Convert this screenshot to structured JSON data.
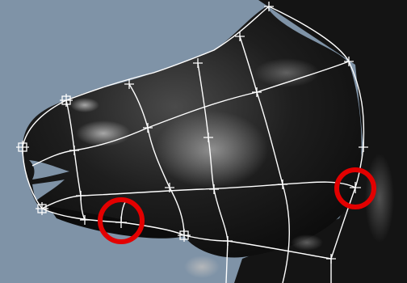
{
  "viewport": {
    "background_color": "#7f93a7",
    "model_color": "#111111",
    "wire_color": "#ffffff",
    "highlight_circle_color": "#e30000"
  },
  "model": {
    "name": "horse-head",
    "control_points": {
      "marker_style": "cross",
      "handle_style": "square-cross"
    },
    "highlighted_points": 2
  }
}
